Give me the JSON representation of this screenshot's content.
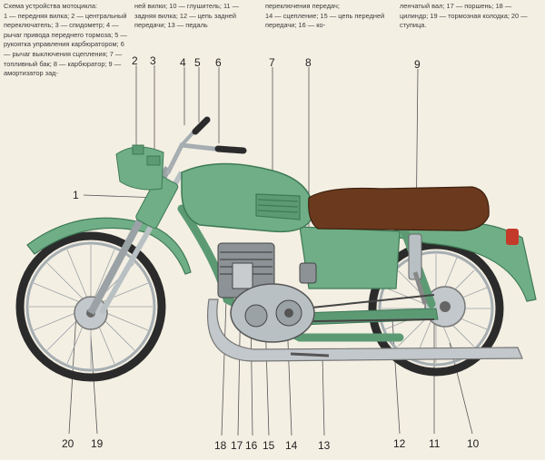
{
  "captions": {
    "col1": "Схема устройства мотоцикла:\n1 — передняя вилка; 2 — центральный переключатель; 3 — спидометр; 4 — рычаг привода переднего тормоза; 5 — рукоятка управления карбюратором; 6 — рычаг выключения сцепления; 7 — топливный бак; 8 — карбюратор; 9 — амортизатор зад-",
    "col2": "ней вилки; 10 — глушитель; 11 — задняя вилка; 12 — цепь задней передачи; 13 — педаль",
    "col3": "переключения передач;\n14 — сцепление; 15 — цепь передней передачи; 16 — ко-",
    "col4": "ленчатый вал; 17 — поршень; 18 — цилиндр; 19 — тормозная колодка; 20 — ступица."
  },
  "numbers": {
    "n1": "1",
    "n2": "2",
    "n3": "3",
    "n4": "4",
    "n5": "5",
    "n6": "6",
    "n7": "7",
    "n8": "8",
    "n9": "9",
    "n10": "10",
    "n11": "11",
    "n12": "12",
    "n13": "13",
    "n14": "14",
    "n15": "15",
    "n16": "16",
    "n17": "17",
    "n18": "18",
    "n19": "19",
    "n20": "20"
  },
  "colors": {
    "body": "#6fae86",
    "body_dark": "#3f7a56",
    "seat": "#6b3a1e",
    "chrome": "#b8c0c4",
    "engine": "#8c9296"
  }
}
